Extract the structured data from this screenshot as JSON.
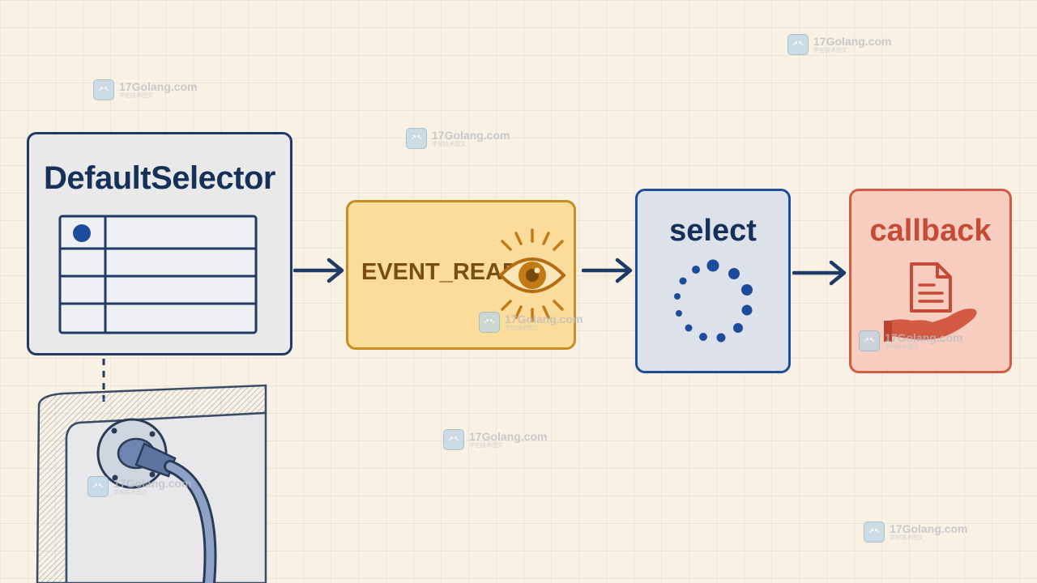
{
  "nodes": {
    "default_selector": {
      "label": "DefaultSelector"
    },
    "event_read": {
      "label": "EVENT_READ"
    },
    "select": {
      "label": "select"
    },
    "callback": {
      "label": "callback"
    }
  },
  "watermark": {
    "text": "17Golang.com",
    "subtext": "学创技术图文",
    "logo": "↗↖"
  },
  "colors": {
    "navy": "#1f3a64",
    "amber": "#c98c22",
    "blue": "#1e4e96",
    "coral": "#d55a45"
  },
  "icons": [
    "table-icon",
    "eye-icon",
    "spinner-icon",
    "document-icon",
    "hand-icon",
    "socket-plug-icon",
    "arrow-right-icon"
  ]
}
